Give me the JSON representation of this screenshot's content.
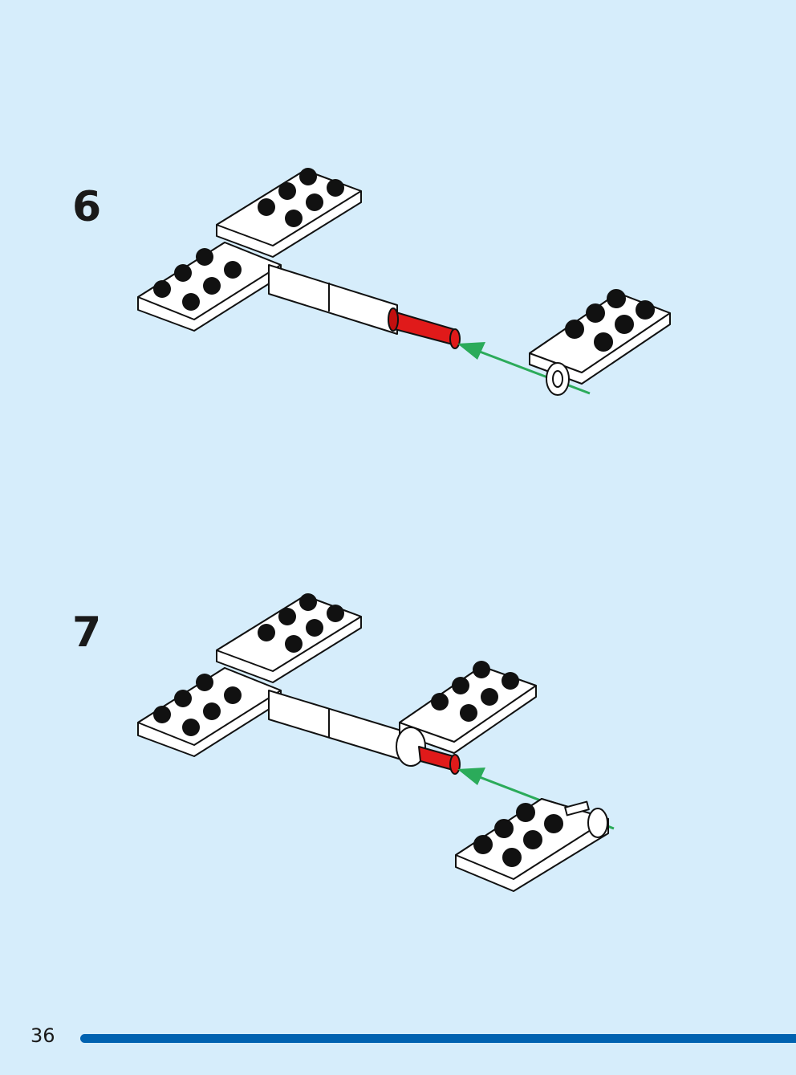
{
  "steps": [
    {
      "number": "6"
    },
    {
      "number": "7"
    }
  ],
  "page_number": "36",
  "colors": {
    "background": "#d6edfb",
    "brick": "#ffffff",
    "pin": "#e01a1a",
    "arrow": "#2bab5a",
    "footer_bar": "#0062b0"
  }
}
